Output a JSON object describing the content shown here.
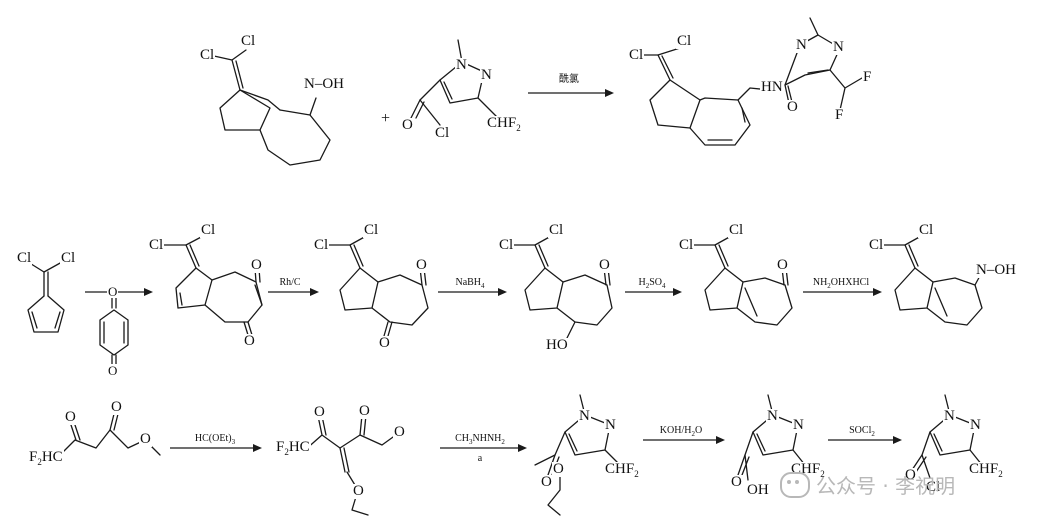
{
  "atoms": {
    "cl": "Cl",
    "n": "N",
    "n_methyl": "N",
    "o": "O",
    "oh_oxime": "N–OH",
    "ho": "HO",
    "oh": "OH",
    "nh": "HN",
    "chf2": "CHF",
    "chf2_sub": "2",
    "f": "F",
    "f2hc": "F",
    "f2hc_sub": "2",
    "f2hc_tail": "HC",
    "f2c": "F",
    "f2c_sub": "2",
    "f2c_tail": "HC"
  },
  "reagents": {
    "step_amide": "酰氯",
    "step_rhc": "Rh/C",
    "step_nabh4": "NaBH",
    "step_nabh4_sub": "4",
    "step_h2so4": "H",
    "step_h2so4_sub": "2",
    "step_h2so4_tail": "SO",
    "step_h2so4_sub2": "4",
    "step_nh2oh": "NH",
    "step_nh2oh_sub": "2",
    "step_nh2oh_tail": "OHXHCl",
    "step_hcoet": "HC(OEt)",
    "step_hcoet_sub": "3",
    "step_hydrazine": "CH",
    "step_hydrazine_sub": "3",
    "step_hydrazine_tail": "NHNH",
    "step_hydrazine_sub2": "2",
    "step_hydrazine_note": "a",
    "step_koh": "KOH/H",
    "step_koh_sub": "2",
    "step_koh_tail": "O",
    "step_socl2": "SOCl",
    "step_socl2_sub": "2"
  },
  "plus": "+",
  "watermark": {
    "text": "公众号 · 李祝明"
  }
}
